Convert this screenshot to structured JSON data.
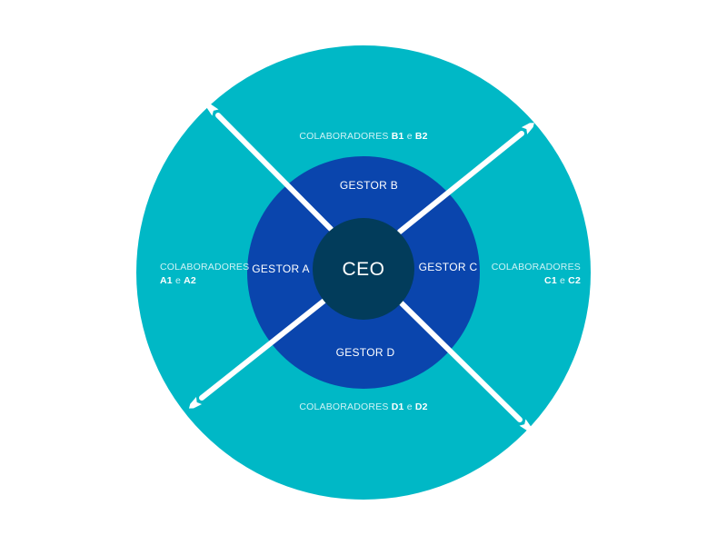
{
  "colors": {
    "outer_ring": "#00b8c6",
    "middle_ring": "#0a45ad",
    "center": "#023c5b",
    "spokes": "#ffffff"
  },
  "center": {
    "label": "CEO"
  },
  "managers": {
    "a": "GESTOR A",
    "b": "GESTOR B",
    "c": "GESTOR C",
    "d": "GESTOR D"
  },
  "collaborators": {
    "prefix": "COLABORADORES",
    "conj": "e",
    "a": {
      "first": "A1",
      "second": "A2"
    },
    "b": {
      "first": "B1",
      "second": "B2"
    },
    "c": {
      "first": "C1",
      "second": "C2"
    },
    "d": {
      "first": "D1",
      "second": "D2"
    }
  }
}
